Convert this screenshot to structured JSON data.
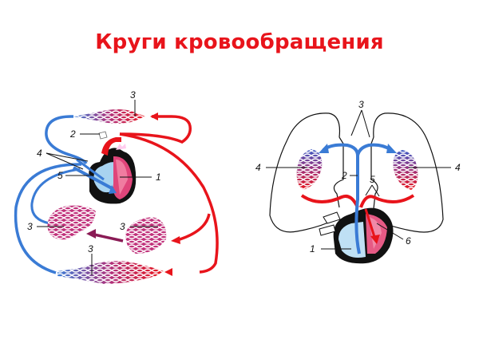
{
  "slide": {
    "title": "Круги кровообращения"
  },
  "left_diagram": {
    "name": "systemic-and-pulmonary-circulation",
    "labels": {
      "heart": "1",
      "aorta": "2",
      "capillaries_top": "3",
      "capillaries_left": "3",
      "capillaries_mid": "3",
      "capillaries_bottom": "3",
      "vena_cava": "4",
      "right_atrium": "5"
    }
  },
  "right_diagram": {
    "name": "pulmonary-circulation",
    "labels": {
      "right_ventricle": "1",
      "pulmonary_artery": "2",
      "pulmonary_branches": "3",
      "lung_capillaries_left": "4",
      "lung_capillaries_right": "4",
      "pulmonary_veins": "5",
      "left_atrium": "6"
    }
  },
  "colors": {
    "title": "#e8141b",
    "arterial": "#e8141b",
    "venous": "#3a7bd5",
    "capillary": "#c0307a"
  }
}
